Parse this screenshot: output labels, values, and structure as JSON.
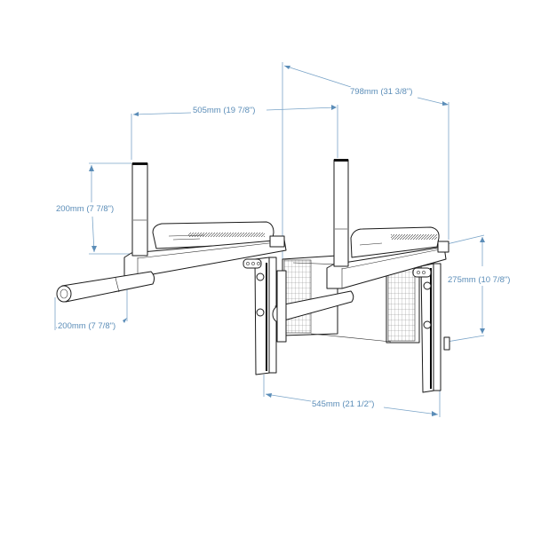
{
  "diagram": {
    "subject": "Wall-mounted dip bar technical drawing",
    "accent_color": "#5b8db8",
    "line_color": "#1a1a1a",
    "background": "#ffffff"
  },
  "dimensions": {
    "overall_depth": {
      "label": "798mm (31 3/8\")",
      "mm": 798,
      "inches": "31 3/8"
    },
    "handle_spacing": {
      "label": "505mm (19 7/8\")",
      "mm": 505,
      "inches": "19 7/8"
    },
    "handle_height": {
      "label": "200mm (7 7/8\")",
      "mm": 200,
      "inches": "7 7/8"
    },
    "handle_extension": {
      "label": "200mm (7 7/8\")",
      "mm": 200,
      "inches": "7 7/8"
    },
    "mount_height": {
      "label": "275mm (10 7/8\")",
      "mm": 275,
      "inches": "10 7/8"
    },
    "leg_spacing": {
      "label": "545mm (21 1/2\")",
      "mm": 545,
      "inches": "21 1/2"
    }
  }
}
